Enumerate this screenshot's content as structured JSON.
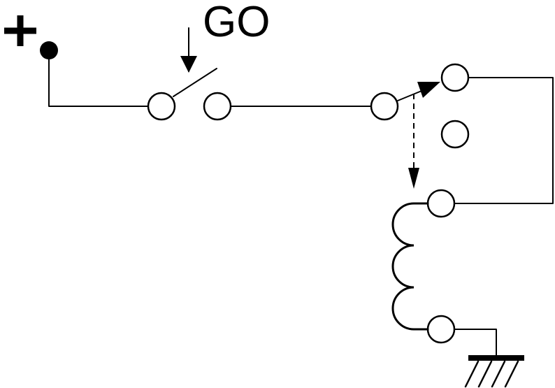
{
  "labels": {
    "go": "GO"
  },
  "colors": {
    "stroke": "#000000",
    "background": "#ffffff"
  },
  "icons": {
    "positive": "plus-icon",
    "push_button": "push-button-switch",
    "relay_contact": "relay-changeover-contact",
    "relay_coil": "relay-coil",
    "ground": "ground-icon"
  }
}
